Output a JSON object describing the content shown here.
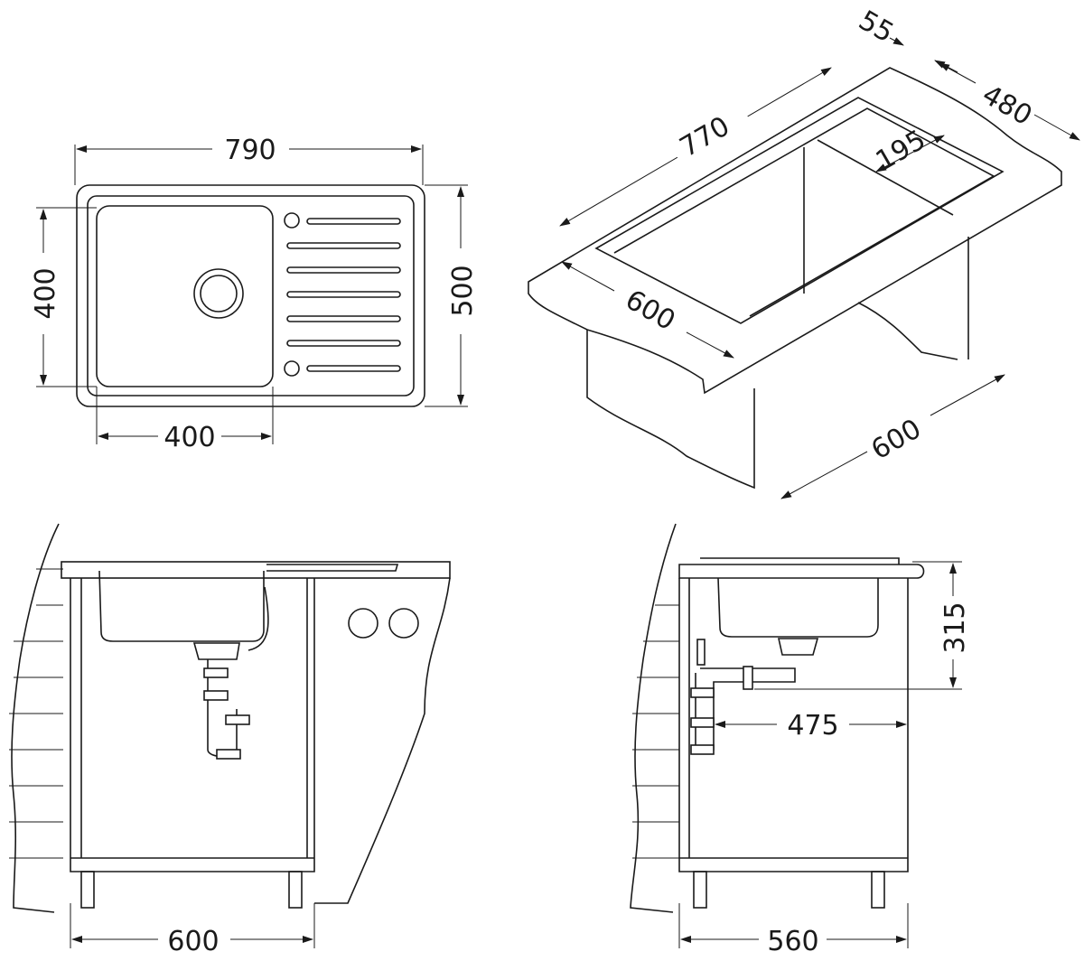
{
  "title": "Sink installation dimensions",
  "top_view": {
    "width": "790",
    "bowl_width": "400",
    "bowl_depth": "400",
    "depth": "500"
  },
  "perspective_view": {
    "length": "770",
    "rim": "55",
    "depth": "480",
    "drainer": "195",
    "cabinet_depth": "600",
    "cabinet_width": "600"
  },
  "front_view": {
    "cabinet_width": "600"
  },
  "side_view": {
    "cabinet_depth": "560",
    "bowl_height": "315",
    "drain_distance": "475"
  },
  "colors": {
    "line": "#1a1a1a",
    "background": "#ffffff"
  }
}
